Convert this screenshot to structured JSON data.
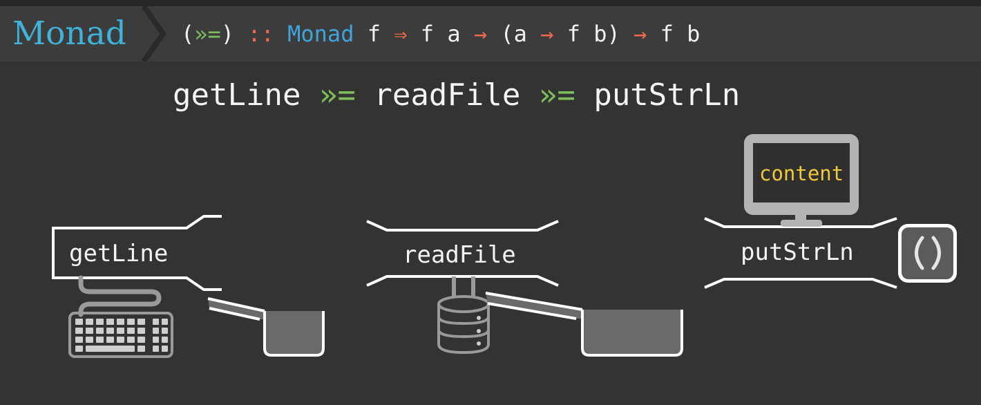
{
  "header": {
    "title": "Monad",
    "signature": {
      "open": "(",
      "op": "»=",
      "close": ")",
      "colons": "::",
      "cls": "Monad",
      "f1": "f",
      "fat_arrow": "⇒",
      "fa": "f a",
      "arrow1": "→",
      "paren_a": "(a",
      "arrow2": "→",
      "fb_paren": "f b)",
      "arrow3": "→",
      "fb": "f b"
    }
  },
  "expression": {
    "fn1": "getLine",
    "bind1": "»=",
    "fn2": "readFile",
    "bind2": "»=",
    "fn3": "putStrLn"
  },
  "pipes": {
    "getline_label": "getLine",
    "readfile_label": "readFile",
    "putstrln_label": "putStrLn",
    "monitor_text": "content"
  },
  "colors": {
    "background": "#333333",
    "header": "#3c3c3c",
    "title": "#3fb3d9",
    "arrow": "#ee6a4d",
    "class_name": "#3fa5dc",
    "bind_operator": "#7cbf5a",
    "content_text": "#f0c93a"
  },
  "icons": [
    "keyboard-icon",
    "database-icon",
    "monitor-icon",
    "unit-value-icon",
    "bucket-icon"
  ]
}
